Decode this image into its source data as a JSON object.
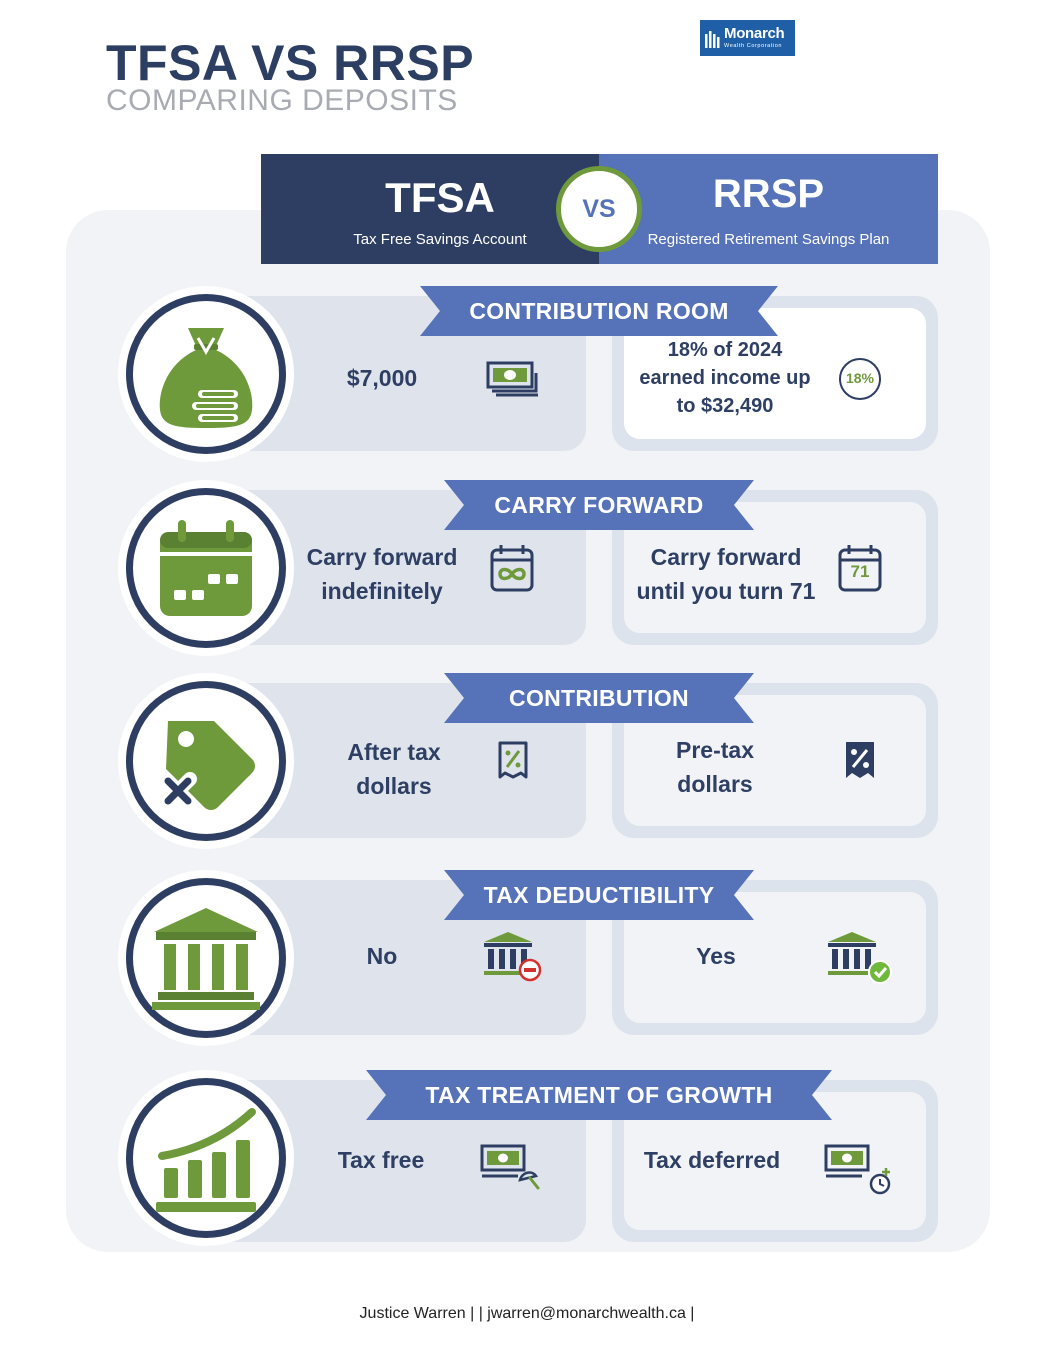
{
  "header": {
    "title": "TFSA VS RRSP",
    "subtitle": "COMPARING DEPOSITS",
    "logo_name": "Monarch",
    "logo_sub": "Wealth Corporation"
  },
  "comparison": {
    "tfsa_title": "TFSA",
    "tfsa_subtitle": "Tax Free Savings Account",
    "vs_label": "VS",
    "rrsp_title": "RRSP",
    "rrsp_subtitle": "Registered Retirement Savings Plan"
  },
  "rows": [
    {
      "label": "CONTRIBUTION ROOM",
      "tfsa": "$7,000",
      "rrsp_line1": "18% of 2024",
      "rrsp_line2": "earned income up",
      "rrsp_line3": "to $32,490",
      "rrsp_badge": "18%",
      "main_icon": "money-bag-icon",
      "tfsa_icon": "cash-stack-icon",
      "rrsp_icon": "percent-badge-icon"
    },
    {
      "label": "CARRY FORWARD",
      "tfsa_line1": "Carry forward",
      "tfsa_line2": "indefinitely",
      "rrsp_line1": "Carry forward",
      "rrsp_line2": "until you turn 71",
      "rrsp_calendar_number": "71",
      "main_icon": "calendar-icon",
      "tfsa_icon": "calendar-infinity-icon",
      "rrsp_icon": "calendar-71-icon"
    },
    {
      "label": "CONTRIBUTION",
      "tfsa_line1": "After tax",
      "tfsa_line2": "dollars",
      "rrsp_line1": "Pre-tax",
      "rrsp_line2": "dollars",
      "main_icon": "tag-remove-icon",
      "tfsa_icon": "receipt-percent-outline-icon",
      "rrsp_icon": "receipt-percent-solid-icon"
    },
    {
      "label": "TAX DEDUCTIBILITY",
      "tfsa": "No",
      "rrsp": "Yes",
      "main_icon": "bank-building-icon",
      "tfsa_icon": "bank-minus-icon",
      "rrsp_icon": "bank-check-icon"
    },
    {
      "label": "TAX TREATMENT OF GROWTH",
      "tfsa": "Tax free",
      "rrsp": "Tax deferred",
      "main_icon": "growth-chart-icon",
      "tfsa_icon": "cash-umbrella-icon",
      "rrsp_icon": "cash-clock-icon"
    }
  ],
  "colors": {
    "navy": "#2e3e63",
    "blue": "#5672b9",
    "green": "#6f9a3c",
    "panel": "#f1f3f6",
    "card": "#dfe4ec"
  },
  "footer": {
    "text": "Justice Warren | | jwarren@monarchwealth.ca |"
  }
}
